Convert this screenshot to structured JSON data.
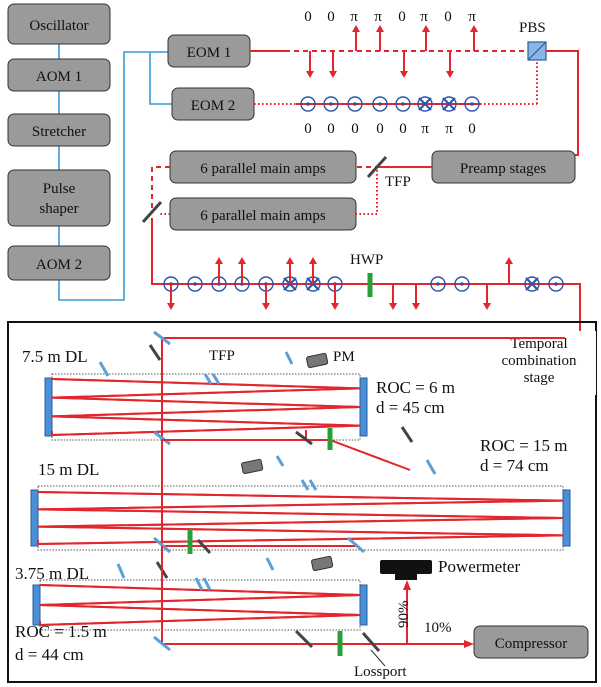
{
  "sources": [
    {
      "id": "osc",
      "label": "Oscillator"
    },
    {
      "id": "aom1",
      "label": "AOM 1"
    },
    {
      "id": "str",
      "label": "Stretcher"
    },
    {
      "id": "ps",
      "label": "Pulse shaper"
    },
    {
      "id": "aom2",
      "label": "AOM 2"
    }
  ],
  "eom1": {
    "label": "EOM 1"
  },
  "eom2": {
    "label": "EOM 2"
  },
  "pbs": {
    "label": "PBS"
  },
  "phases_top": [
    "0",
    "0",
    "π",
    "π",
    "0",
    "π",
    "0",
    "π"
  ],
  "phases_bottom": [
    "0",
    "0",
    "0",
    "0",
    "0",
    "π",
    "π",
    "0"
  ],
  "preamp": {
    "label": "Preamp stages"
  },
  "main_amp_1": {
    "label": "6 parallel main amps"
  },
  "main_amp_2": {
    "label": "6 parallel main amps"
  },
  "tfp_label": "TFP",
  "hwp_label": "HWP",
  "stage_label": [
    "Temporal",
    "combination",
    "stage"
  ],
  "dl1": {
    "label": "7.5 m DL",
    "tfp": "TFP",
    "pm": "PM",
    "roc": "ROC = 6 m",
    "d": "d = 45 cm"
  },
  "dl2": {
    "label": "15 m DL",
    "roc": "ROC = 15 m",
    "d": "d = 74 cm"
  },
  "dl3": {
    "label": "3.75 m DL",
    "roc": "ROC = 1.5 m",
    "d": "d = 44 cm"
  },
  "powermeter": "Powermeter",
  "pct_90": "90%",
  "pct_10": "10%",
  "compressor": "Compressor",
  "lossport": "Lossport",
  "colors": {
    "beam": "#e3262d",
    "fiber": "#3a9ad9",
    "mirror": "#5a9fd6",
    "hwp": "#27a03a",
    "pol": "#2a54a8",
    "box": "#9a9a9a"
  }
}
